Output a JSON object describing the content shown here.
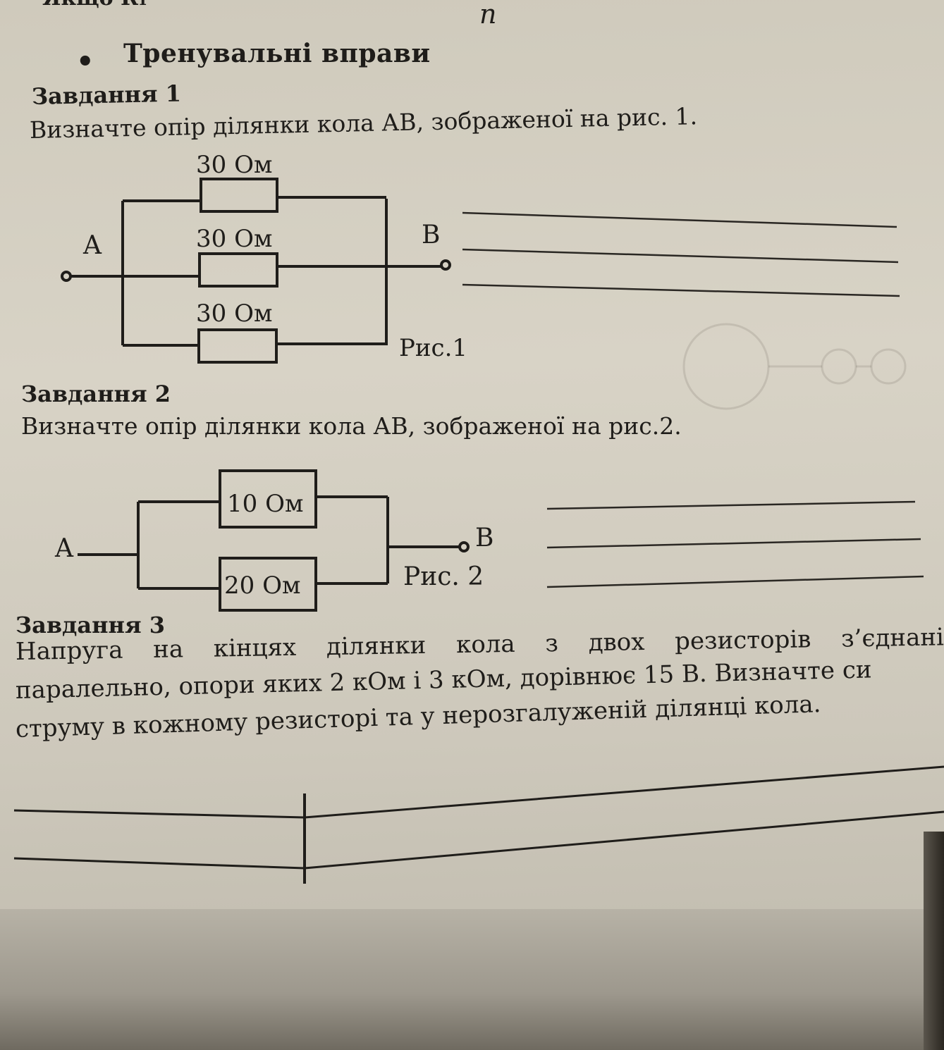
{
  "header": {
    "cut_text": "Якщо R₁",
    "variable": "n"
  },
  "section": {
    "bullet": "•",
    "title": "Тренувальні вправи"
  },
  "task1": {
    "title": "Завдання 1",
    "question": "Визначте опір ділянки кола АВ, зображеної на рис. 1.",
    "figure": {
      "node_a": "A",
      "node_b": "B",
      "resistors": [
        "30 Ом",
        "30 Ом",
        "30 Ом"
      ],
      "caption": "Рис.1"
    }
  },
  "task2": {
    "title": "Завдання 2",
    "question": "Визначте опір ділянки кола АВ, зображеної на рис.2.",
    "figure": {
      "node_a": "A",
      "node_b": "B",
      "resistors": [
        "10 Ом",
        "20 Ом"
      ],
      "caption": "Рис. 2"
    }
  },
  "task3": {
    "title": "Завдання 3",
    "lines": [
      "Напруга на кінцях ділянки кола з двох резисторів з’єднані",
      "паралельно, опори яких 2 кОм і 3 кОм, дорівнює 15 В. Визначте си",
      "струму в кожному резисторі та у нерозгалуженій ділянці кола."
    ]
  }
}
